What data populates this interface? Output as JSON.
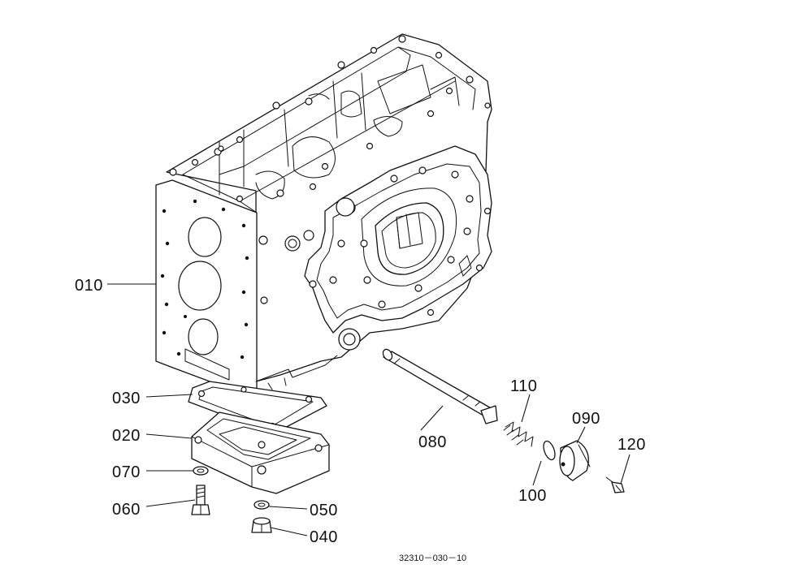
{
  "diagram": {
    "callouts": {
      "c010": "010",
      "c020": "020",
      "c030": "030",
      "c040": "040",
      "c050": "050",
      "c060": "060",
      "c070": "070",
      "c080": "080",
      "c090": "090",
      "c100": "100",
      "c110": "110",
      "c120": "120"
    },
    "reference_code": "32310－030－10"
  }
}
